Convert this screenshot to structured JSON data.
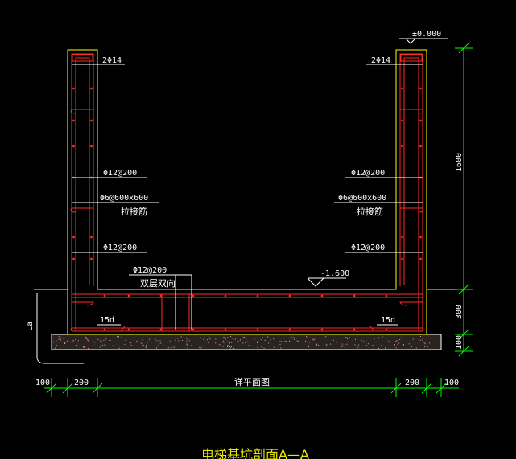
{
  "colors": {
    "background": "#000000",
    "outline": "#ffff00",
    "rebar": "#ff2a2a",
    "dimension": "#00ff00",
    "leader": "#ffffff",
    "concrete": "#c8c0b8"
  },
  "labels": {
    "elevation_top": "±0.000",
    "top_bar_left": "2Φ14",
    "top_bar_right": "2Φ14",
    "wall_bar_upper_left": "Φ12@200",
    "wall_bar_upper_right": "Φ12@200",
    "tie_spec_left": "Φ6@600x600",
    "tie_spec_right": "Φ6@600x600",
    "tie_name_left": "拉接筋",
    "tie_name_right": "拉接筋",
    "wall_bar_lower_left": "Φ12@200",
    "wall_bar_lower_right": "Φ12@200",
    "slab_bar": "Φ12@200",
    "slab_bar_note": "双层双向",
    "elevation_bottom": "-1.600",
    "anchor_left": "15d",
    "anchor_right": "15d",
    "anchor_length": "La",
    "pit_width_note": "详平面图",
    "title": "电梯基坑剖面A—A"
  },
  "dimensions": {
    "right": [
      "1600",
      "300",
      "100"
    ],
    "bottom_left": [
      "100",
      "200"
    ],
    "bottom_right": [
      "200",
      "100"
    ]
  }
}
